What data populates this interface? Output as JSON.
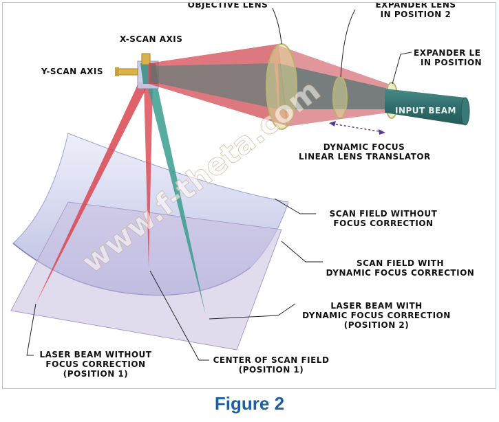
{
  "labels": {
    "objective_lens": "OBJECTIVE LENS",
    "expander_pos2_line1": "EXPANDER LENS",
    "expander_pos2_line2": "IN POSITION 2",
    "xscan": "X-SCAN AXIS",
    "yscan": "Y-SCAN AXIS",
    "expander_pos1_line1": "EXPANDER LE",
    "expander_pos1_line2": "IN POSITION",
    "input_beam": "INPUT BEAM",
    "dynamic_focus_line1": "DYNAMIC FOCUS",
    "dynamic_focus_line2": "LINEAR LENS TRANSLATOR",
    "scan_field_without_line1": "SCAN FIELD WITHOUT",
    "scan_field_without_line2": "FOCUS CORRECTION",
    "scan_field_with_line1": "SCAN FIELD WITH",
    "scan_field_with_line2": "DYNAMIC FOCUS CORRECTION",
    "laser_pos2_line1": "LASER BEAM WITH",
    "laser_pos2_line2": "DYNAMIC FOCUS CORRECTION",
    "laser_pos2_line3": "(POSITION 2)",
    "laser_pos1_line1": "LASER BEAM WITHOUT",
    "laser_pos1_line2": "FOCUS CORRECTION",
    "laser_pos1_line3": "(POSITION 1)",
    "center_line1": "CENTER OF SCAN FIELD",
    "center_line2": "(POSITION 1)"
  },
  "watermark": "www.f-theta.com",
  "caption": "Figure 2",
  "colors": {
    "red_beam": "#e0404a",
    "teal_beam": "#3a9a8c",
    "lens": "#d9d890",
    "scan_field_curved": "#c4c8ec",
    "scan_field_flat": "#cdbfe0",
    "caption": "#1f5fa0"
  }
}
